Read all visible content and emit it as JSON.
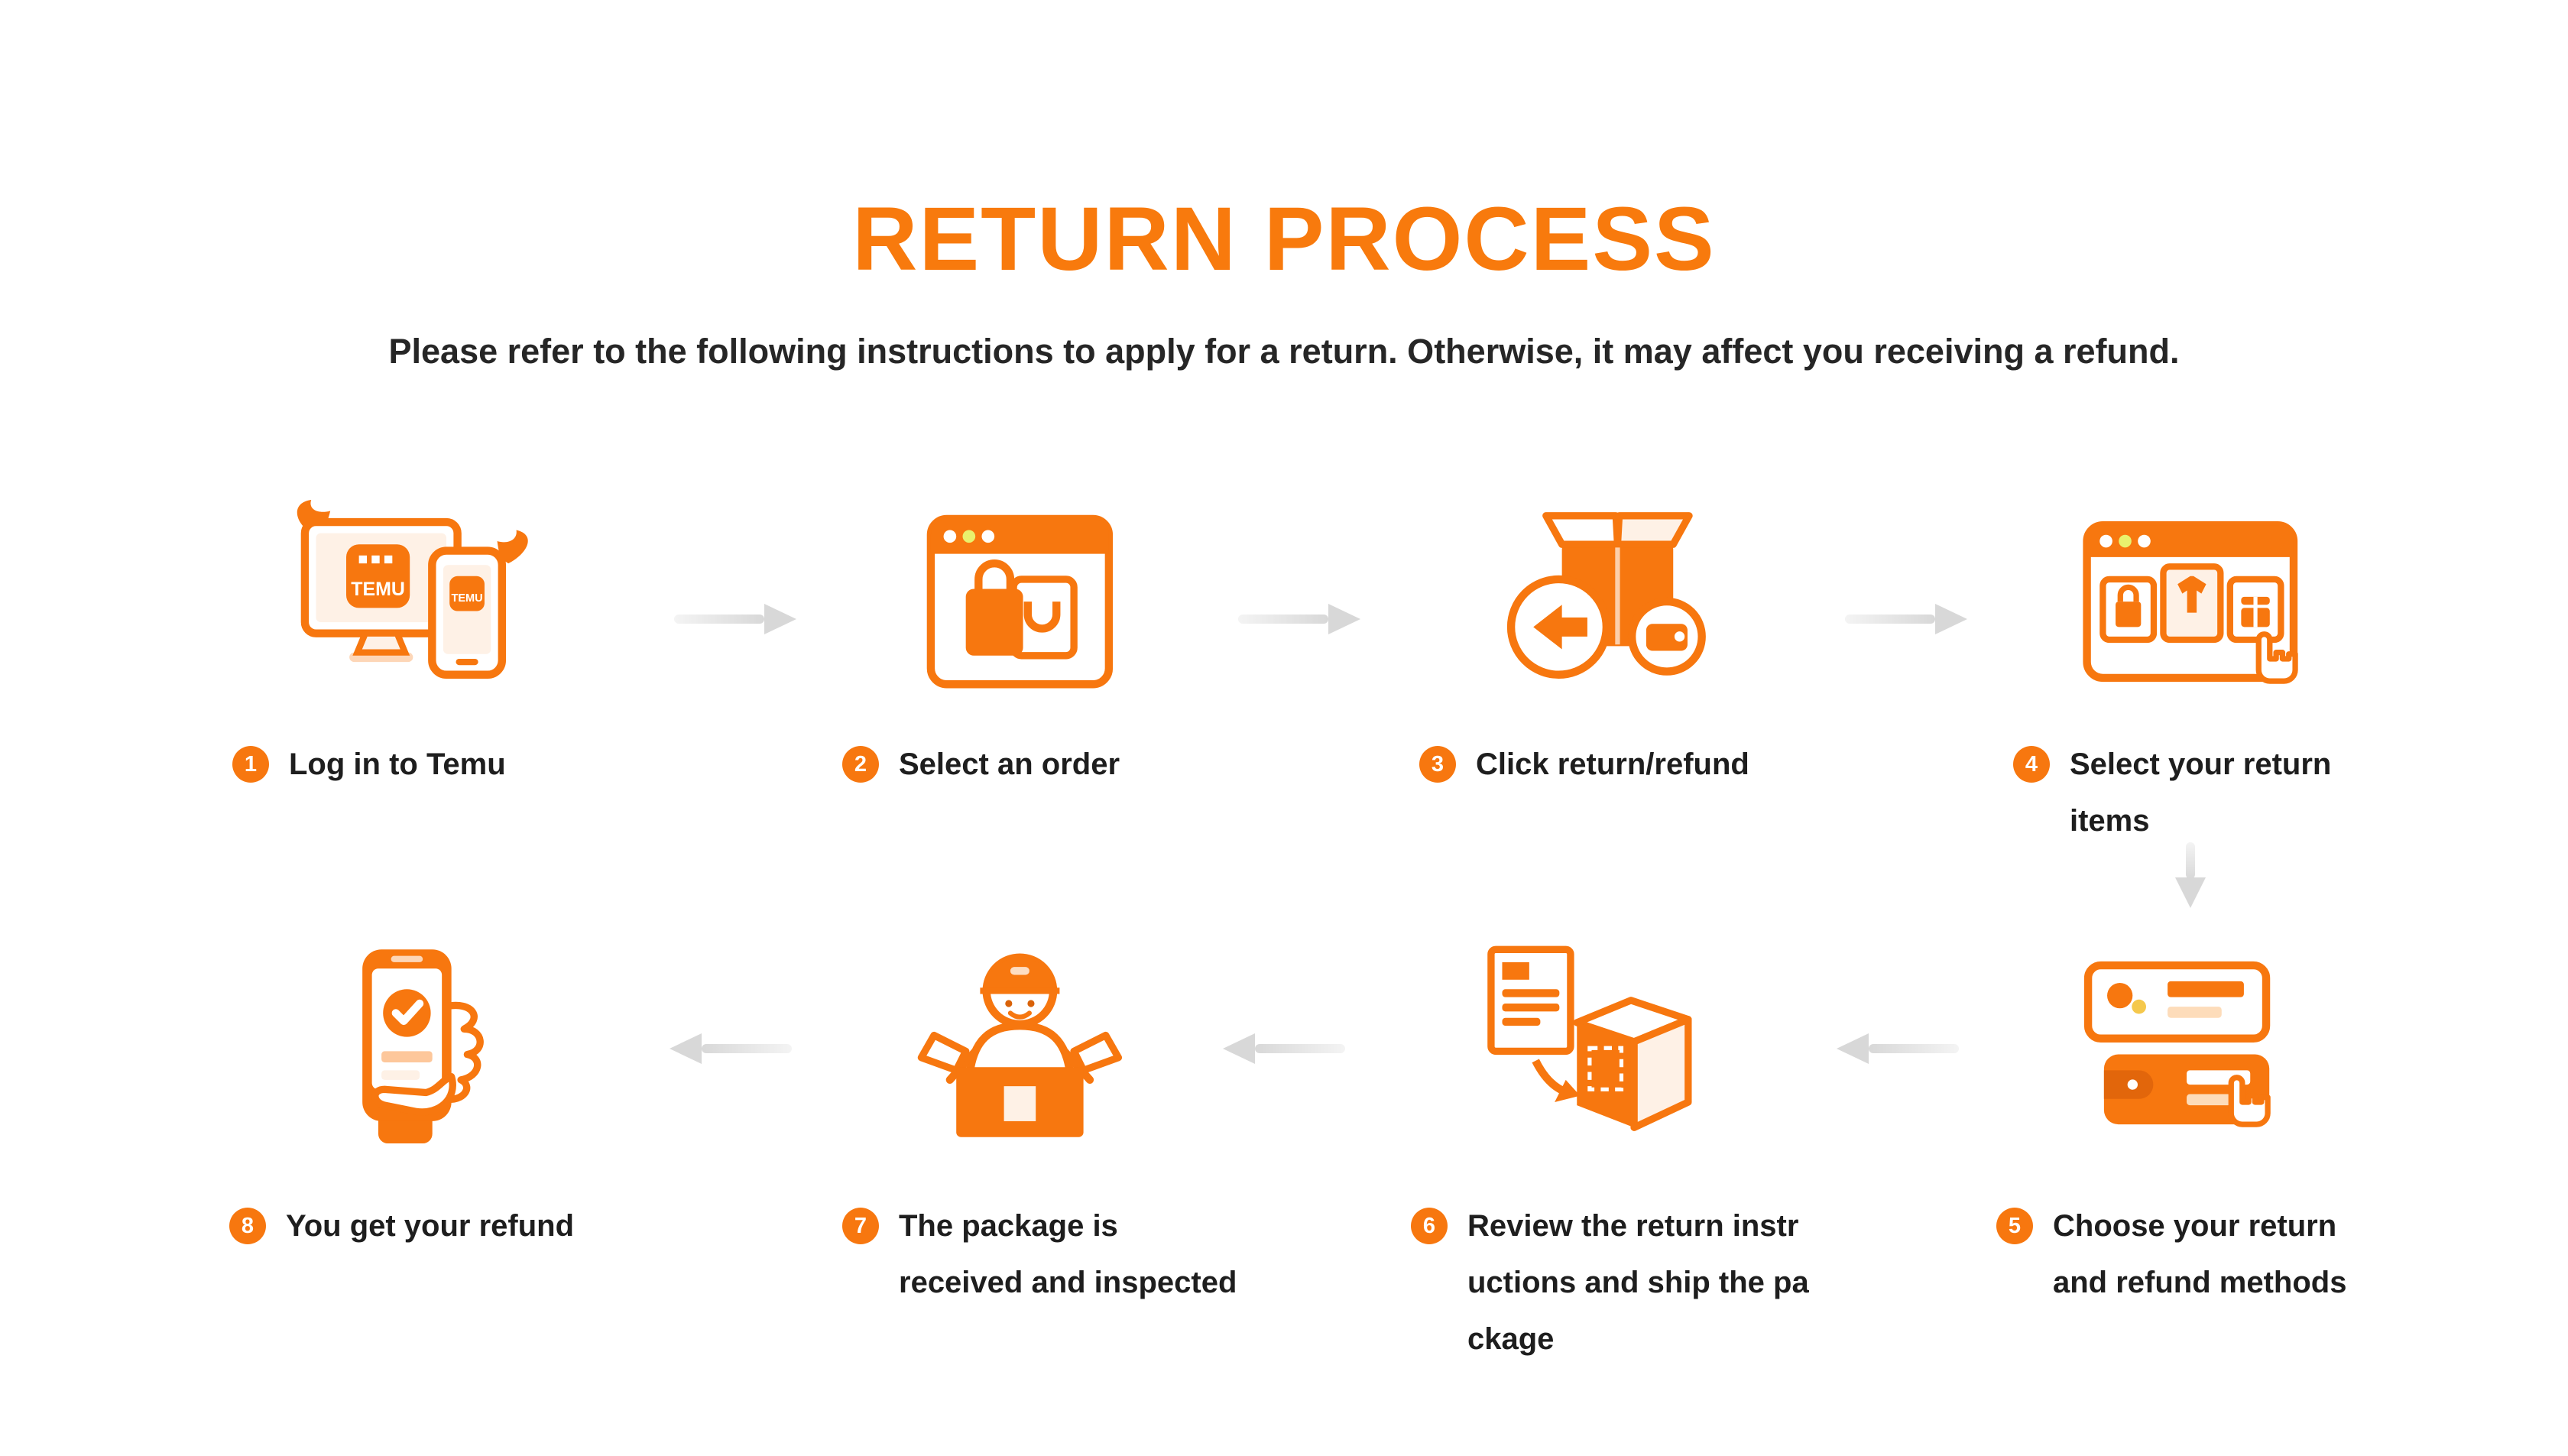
{
  "header": {
    "title": "RETURN PROCESS",
    "subtitle": "Please refer to the following instructions to apply for a return. Otherwise, it may affect you receiving a refund."
  },
  "brand": {
    "logo_text": "TEMU"
  },
  "colors": {
    "accent": "#F7770F",
    "accent_dark": "#E2660B",
    "accent_light": "#FEF1E6",
    "title": "#F87A0D",
    "text": "#1E1E1E",
    "arrow": "#D8D8D8"
  },
  "steps": [
    {
      "number": "1",
      "label": "Log in to Temu",
      "icon": "temu-devices-icon"
    },
    {
      "number": "2",
      "label": "Select an order",
      "icon": "order-browser-icon"
    },
    {
      "number": "3",
      "label": "Click return/refund",
      "icon": "return-package-icon"
    },
    {
      "number": "4",
      "label": "Select your return\nitems",
      "icon": "return-items-browser-icon"
    },
    {
      "number": "5",
      "label": "Choose your return\nand refund methods",
      "icon": "payment-methods-icon"
    },
    {
      "number": "6",
      "label": "Review the return instr\nuctions and ship the pa\nckage",
      "icon": "ship-package-icon"
    },
    {
      "number": "7",
      "label": "The package is\nreceived and inspected",
      "icon": "inspection-worker-icon"
    },
    {
      "number": "8",
      "label": "You get your refund",
      "icon": "refund-phone-icon"
    }
  ]
}
